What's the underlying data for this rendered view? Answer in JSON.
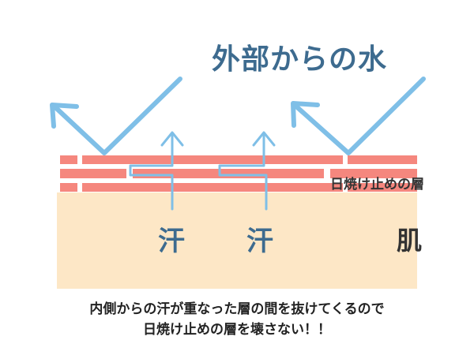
{
  "title": "外部からの水",
  "layer_label": "日焼け止めの層",
  "sweat_left": "汗",
  "sweat_right": "汗",
  "skin_label": "肌",
  "caption": {
    "line1": "内側からの汗が重なった層の間を抜けてくるので",
    "line2": "日焼け止めの層を壊さない！！"
  },
  "colors": {
    "skin": "#fde7c6",
    "sunscreen_layer": "#f5877e",
    "water_arrow": "#7fbfe7",
    "sweat_arrow": "#7fbfe7",
    "title_text": "#3d6b8f"
  },
  "icons": {
    "outside_water": "arrow-icon",
    "sweat_flow": "arrow-icon"
  }
}
